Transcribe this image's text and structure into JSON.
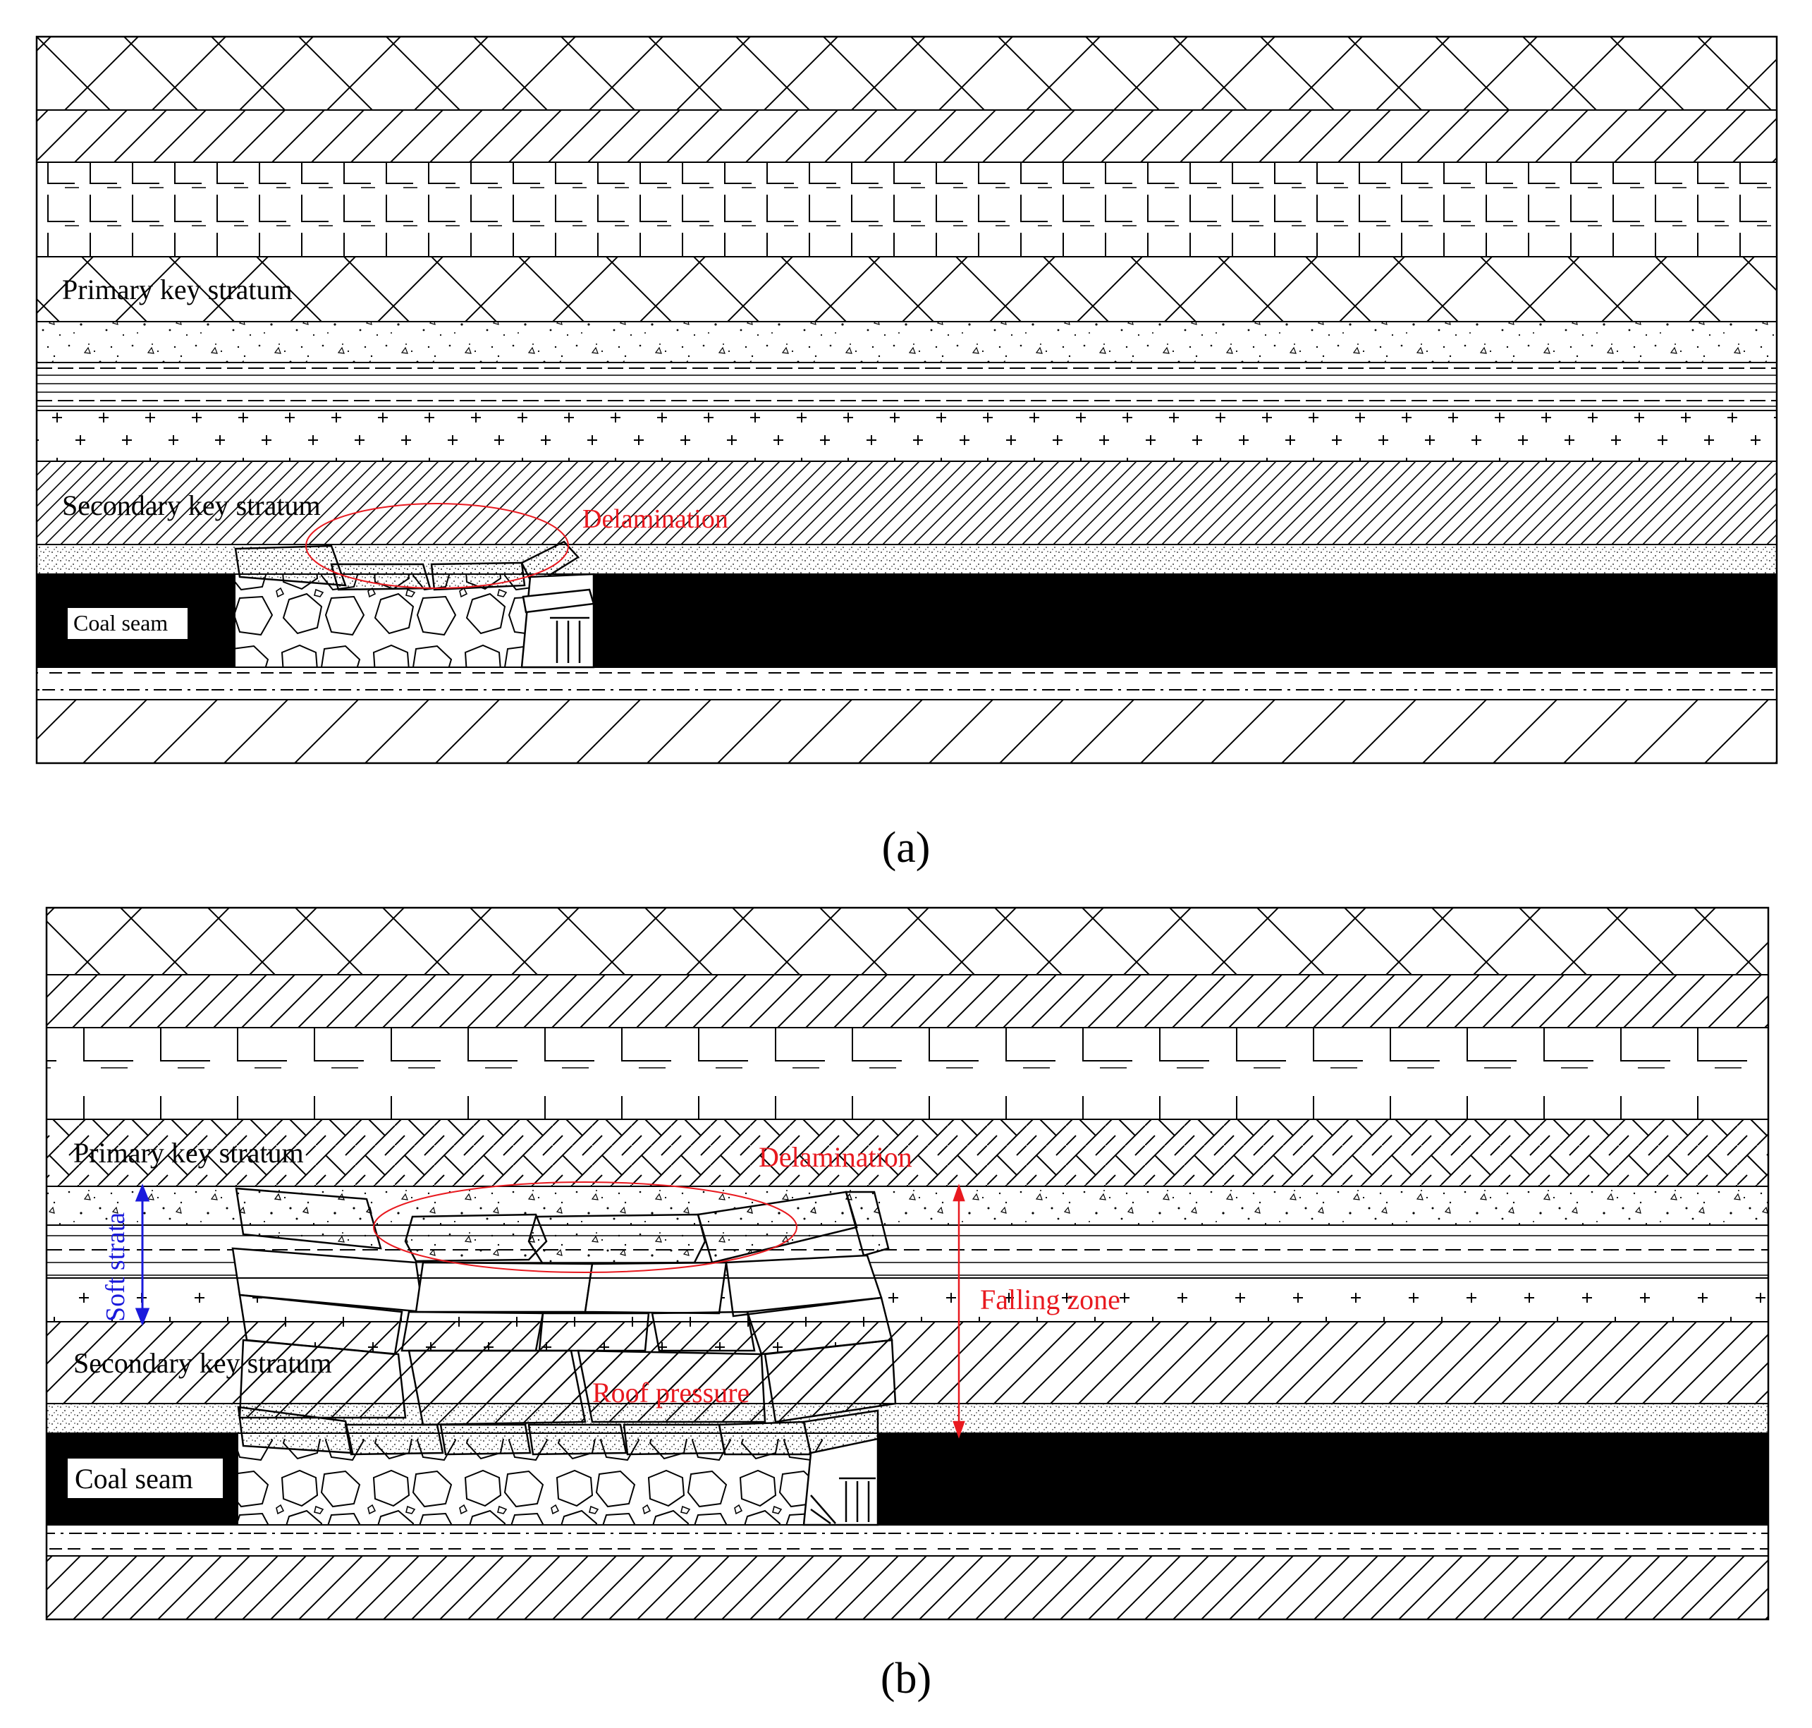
{
  "panel_a": {
    "caption": "(a)",
    "labels": {
      "primary": "Primary key stratum",
      "secondary": "Secondary key stratum",
      "delamination": "Delamination",
      "coal": "Coal seam"
    }
  },
  "panel_b": {
    "caption": "(b)",
    "labels": {
      "primary": "Primary key stratum",
      "secondary": "Secondary key stratum",
      "delamination": "Delamination",
      "coal": "Coal seam",
      "soft": "Soft strata",
      "falling": "Falling zone",
      "roof": "Roof pressure"
    }
  },
  "colors": {
    "annotation_red": "#e8191f",
    "annotation_blue": "#1a1adc",
    "coal": "#000000",
    "line": "#000000"
  }
}
